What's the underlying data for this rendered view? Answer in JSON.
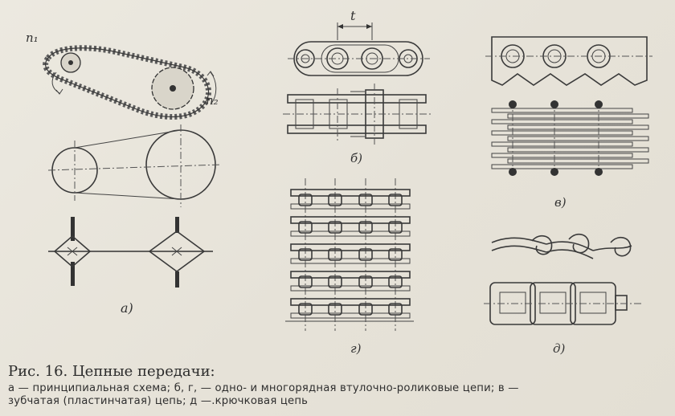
{
  "figure": {
    "labels": {
      "n1": "n₁",
      "n2": "n₂",
      "t": "t",
      "a": "а)",
      "b": "б)",
      "v": "в)",
      "g": "г)",
      "d": "д)"
    },
    "caption": {
      "title": "Рис. 16. Цепные передачи:",
      "line1": "а — принципиальная схема; б, г, — одно- и многорядная втулочно-роликовые цепи; в —",
      "line2": "зубчатая (пластинчатая) цепь; д —.крючковая цепь"
    }
  }
}
